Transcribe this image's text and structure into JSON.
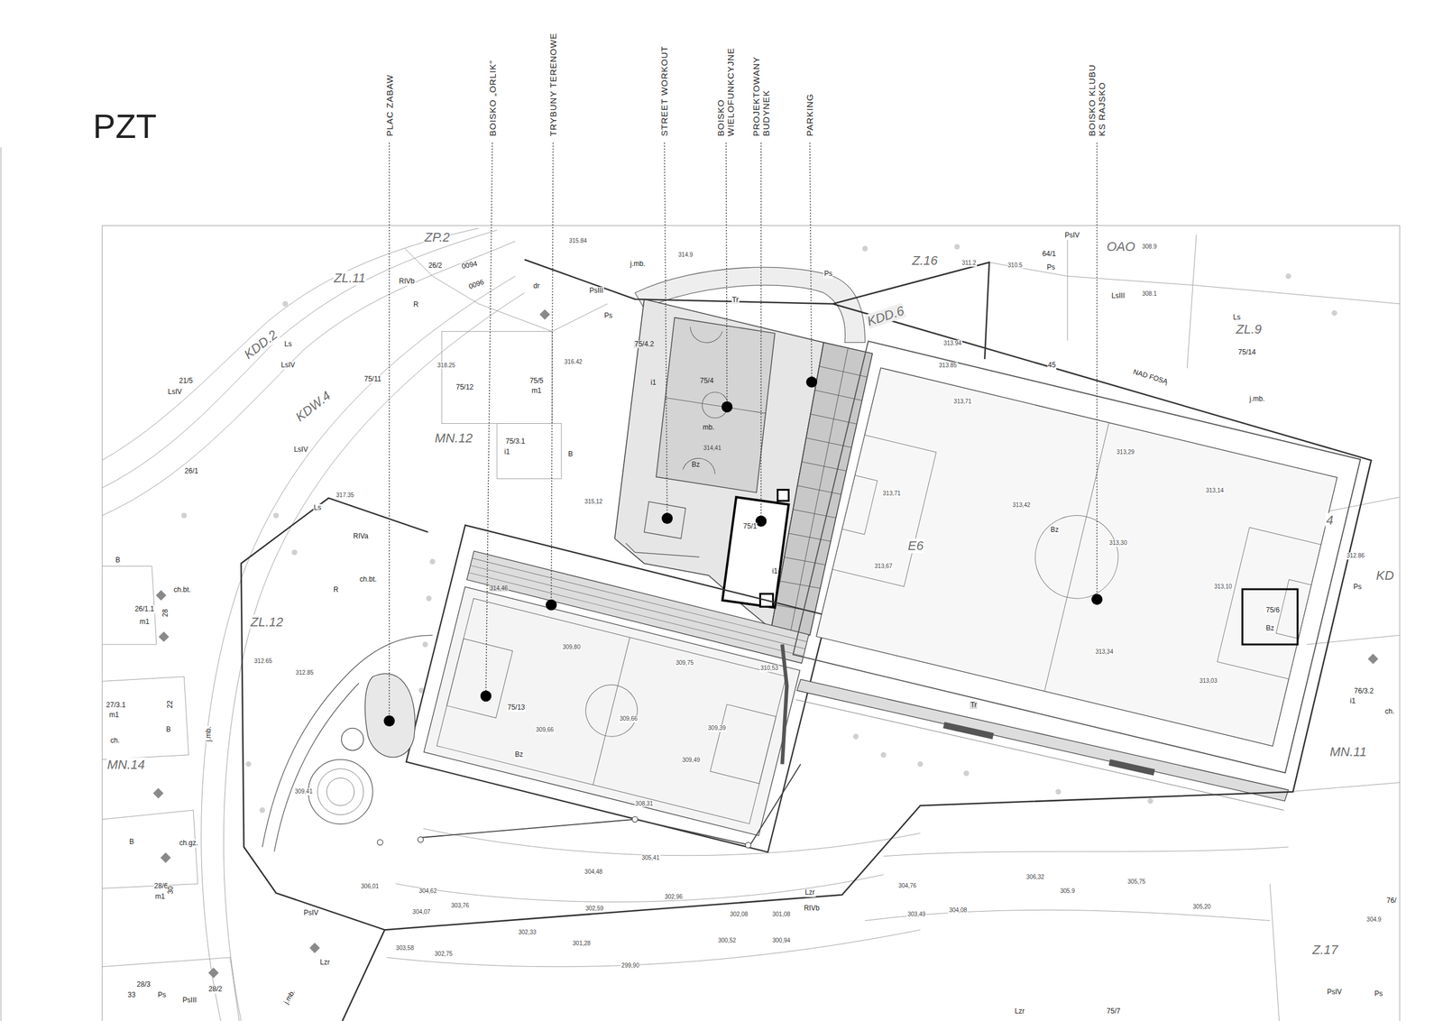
{
  "diagram": {
    "title": "PZT",
    "labels": [
      "PLAC ZABAW",
      "BOISKO „ORLIK”",
      "TRYBUNY TERENOWE",
      "STREET WORKOUT",
      "BOISKO WIELOFUNKCYJNE",
      "PROJEKTOWANY BUDYNEK",
      "PARKING",
      "BOISKO KLUBU KS RAJSKO",
      "ZP.2",
      "ZL.11",
      "KDD.2",
      "KDW.4",
      "MN.12",
      "ZL.12",
      "MN.14",
      "Z.16",
      "OAO",
      "ZL.9",
      "KDD.6",
      "E6",
      "MN.11",
      "Z.17",
      "KD",
      "4",
      "NAD FOSĄ",
      "75/11",
      "75/12",
      "75/5",
      "m1",
      "26/1",
      "21/5",
      "LsIV",
      "Ls",
      "LsIV",
      "LsIV",
      "RIVb",
      "R",
      "26/2",
      "0094",
      "0096",
      "dr",
      "PsIII",
      "Ps",
      "Tr",
      "Ps",
      "j.mb.",
      "75/4.2",
      "i1",
      "75/4",
      "mb.",
      "Bz",
      "75/3.1",
      "i1",
      "B",
      "RIVa",
      "R",
      "ch.bt.",
      "Ls",
      "B",
      "26/1.1",
      "m1",
      "28",
      "ch.bt.",
      "27/3.1",
      "m1",
      "22",
      "B",
      "ch.",
      "B",
      "ch.gz.",
      "28/6",
      "m1",
      "30",
      "PsIV",
      "Lzr",
      "28/3",
      "33",
      "Ps",
      "PsIII",
      "28/2",
      "75/13",
      "Bz",
      "75/1",
      "i1",
      "Tr",
      "Bz",
      "75/6",
      "Bz",
      "Ps",
      "76/3.2",
      "i1",
      "ch.",
      "64/1",
      "Ps",
      "PsIV",
      "LsIII",
      "Ls",
      "75/14",
      "45",
      "j.mb.",
      "RIVb",
      "Lzr",
      "Lzr",
      "75/7",
      "PsIV",
      "Ps",
      "76/",
      "j.mb.",
      "j.mb.",
      "314.9",
      "315.84",
      "313,71",
      "313,42",
      "313,29",
      "313,14",
      "313,71",
      "313,67",
      "313,30",
      "313,10",
      "313,34",
      "313,03",
      "309,66",
      "309,66",
      "309,39",
      "309,49",
      "308,31",
      "309,80",
      "309,75",
      "310,53",
      "305,41",
      "304,48",
      "302,96",
      "302,59",
      "301,28",
      "299,90",
      "301,08",
      "302,08",
      "300,52",
      "300,94",
      "304,76",
      "303,49",
      "304,08",
      "306,32",
      "305.9",
      "305,75",
      "305,20",
      "304.9",
      "312.86",
      "314,41",
      "314,46",
      "315,12",
      "316.42",
      "318.25",
      "317.35",
      "312.85",
      "312.65",
      "309.41",
      "306,01",
      "304,62",
      "304,07",
      "303,76",
      "302,33",
      "303,58",
      "302,75",
      "313.94",
      "313.85",
      "310.5",
      "311.2",
      "308.1",
      "308.9"
    ]
  }
}
